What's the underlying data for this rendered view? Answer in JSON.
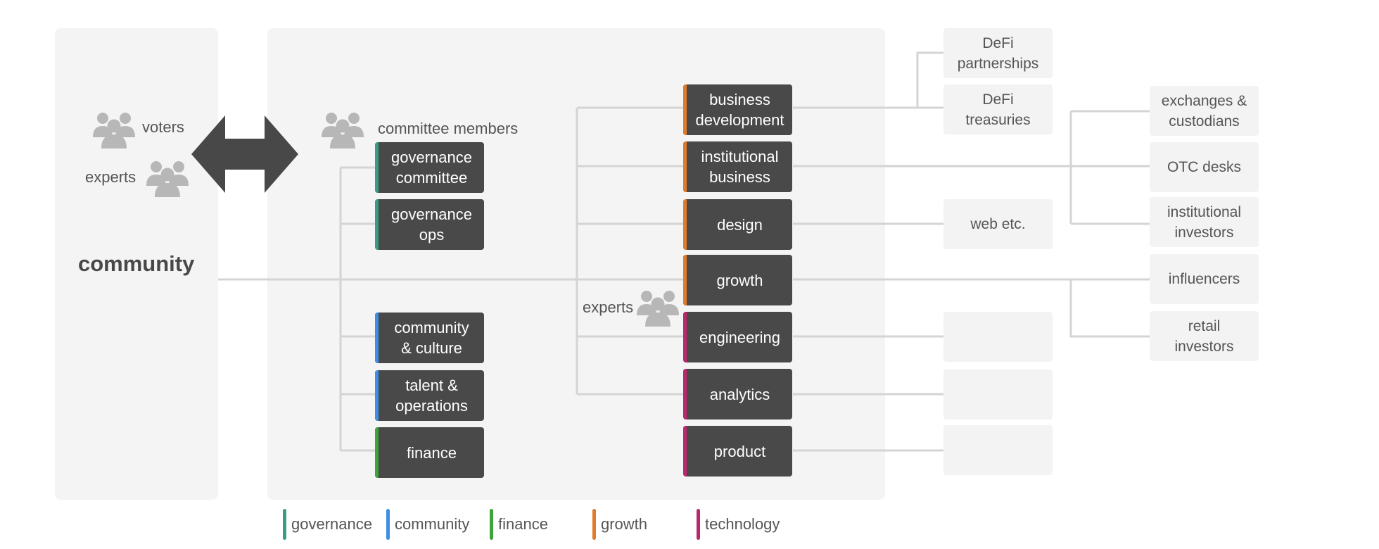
{
  "community": {
    "title": "community",
    "voters_label": "voters",
    "experts_label": "experts"
  },
  "committee_members_label": "committee members",
  "experts_label": "experts",
  "committees": [
    {
      "label": "governance\ncommittee",
      "category": "governance"
    },
    {
      "label": "governance\nops",
      "category": "governance"
    },
    {
      "label": "community\n& culture",
      "category": "community"
    },
    {
      "label": "talent &\noperations",
      "category": "community"
    },
    {
      "label": "finance",
      "category": "finance"
    }
  ],
  "teams": [
    {
      "label": "business\ndevelopment",
      "category": "growth"
    },
    {
      "label": "institutional\nbusiness",
      "category": "growth"
    },
    {
      "label": "design",
      "category": "growth"
    },
    {
      "label": "growth",
      "category": "growth"
    },
    {
      "label": "engineering",
      "category": "technology"
    },
    {
      "label": "analytics",
      "category": "technology"
    },
    {
      "label": "product",
      "category": "technology"
    }
  ],
  "external_col1": [
    "DeFi\npartnerships",
    "DeFi\ntreasuries",
    "web etc.",
    "",
    "",
    ""
  ],
  "external_col2": [
    "exchanges &\ncustodians",
    "OTC desks",
    "institutional\ninvestors",
    "influencers",
    "retail\ninvestors"
  ],
  "legend": [
    {
      "label": "governance",
      "color": "#3c9b87"
    },
    {
      "label": "community",
      "color": "#3d8ee6"
    },
    {
      "label": "finance",
      "color": "#3ea33a"
    },
    {
      "label": "growth",
      "color": "#e07b2c"
    },
    {
      "label": "technology",
      "color": "#b9276c"
    }
  ],
  "colors": {
    "governance": "#3c9b87",
    "community": "#3d8ee6",
    "finance": "#3ea33a",
    "growth": "#e07b2c",
    "technology": "#b9276c",
    "box": "#494949",
    "connector": "#d4d4d4",
    "panel": "#f4f4f4",
    "arrow": "#484848",
    "people_icon": "#b7b7b7"
  },
  "icons": [
    "people-icon",
    "double-arrow-icon"
  ]
}
